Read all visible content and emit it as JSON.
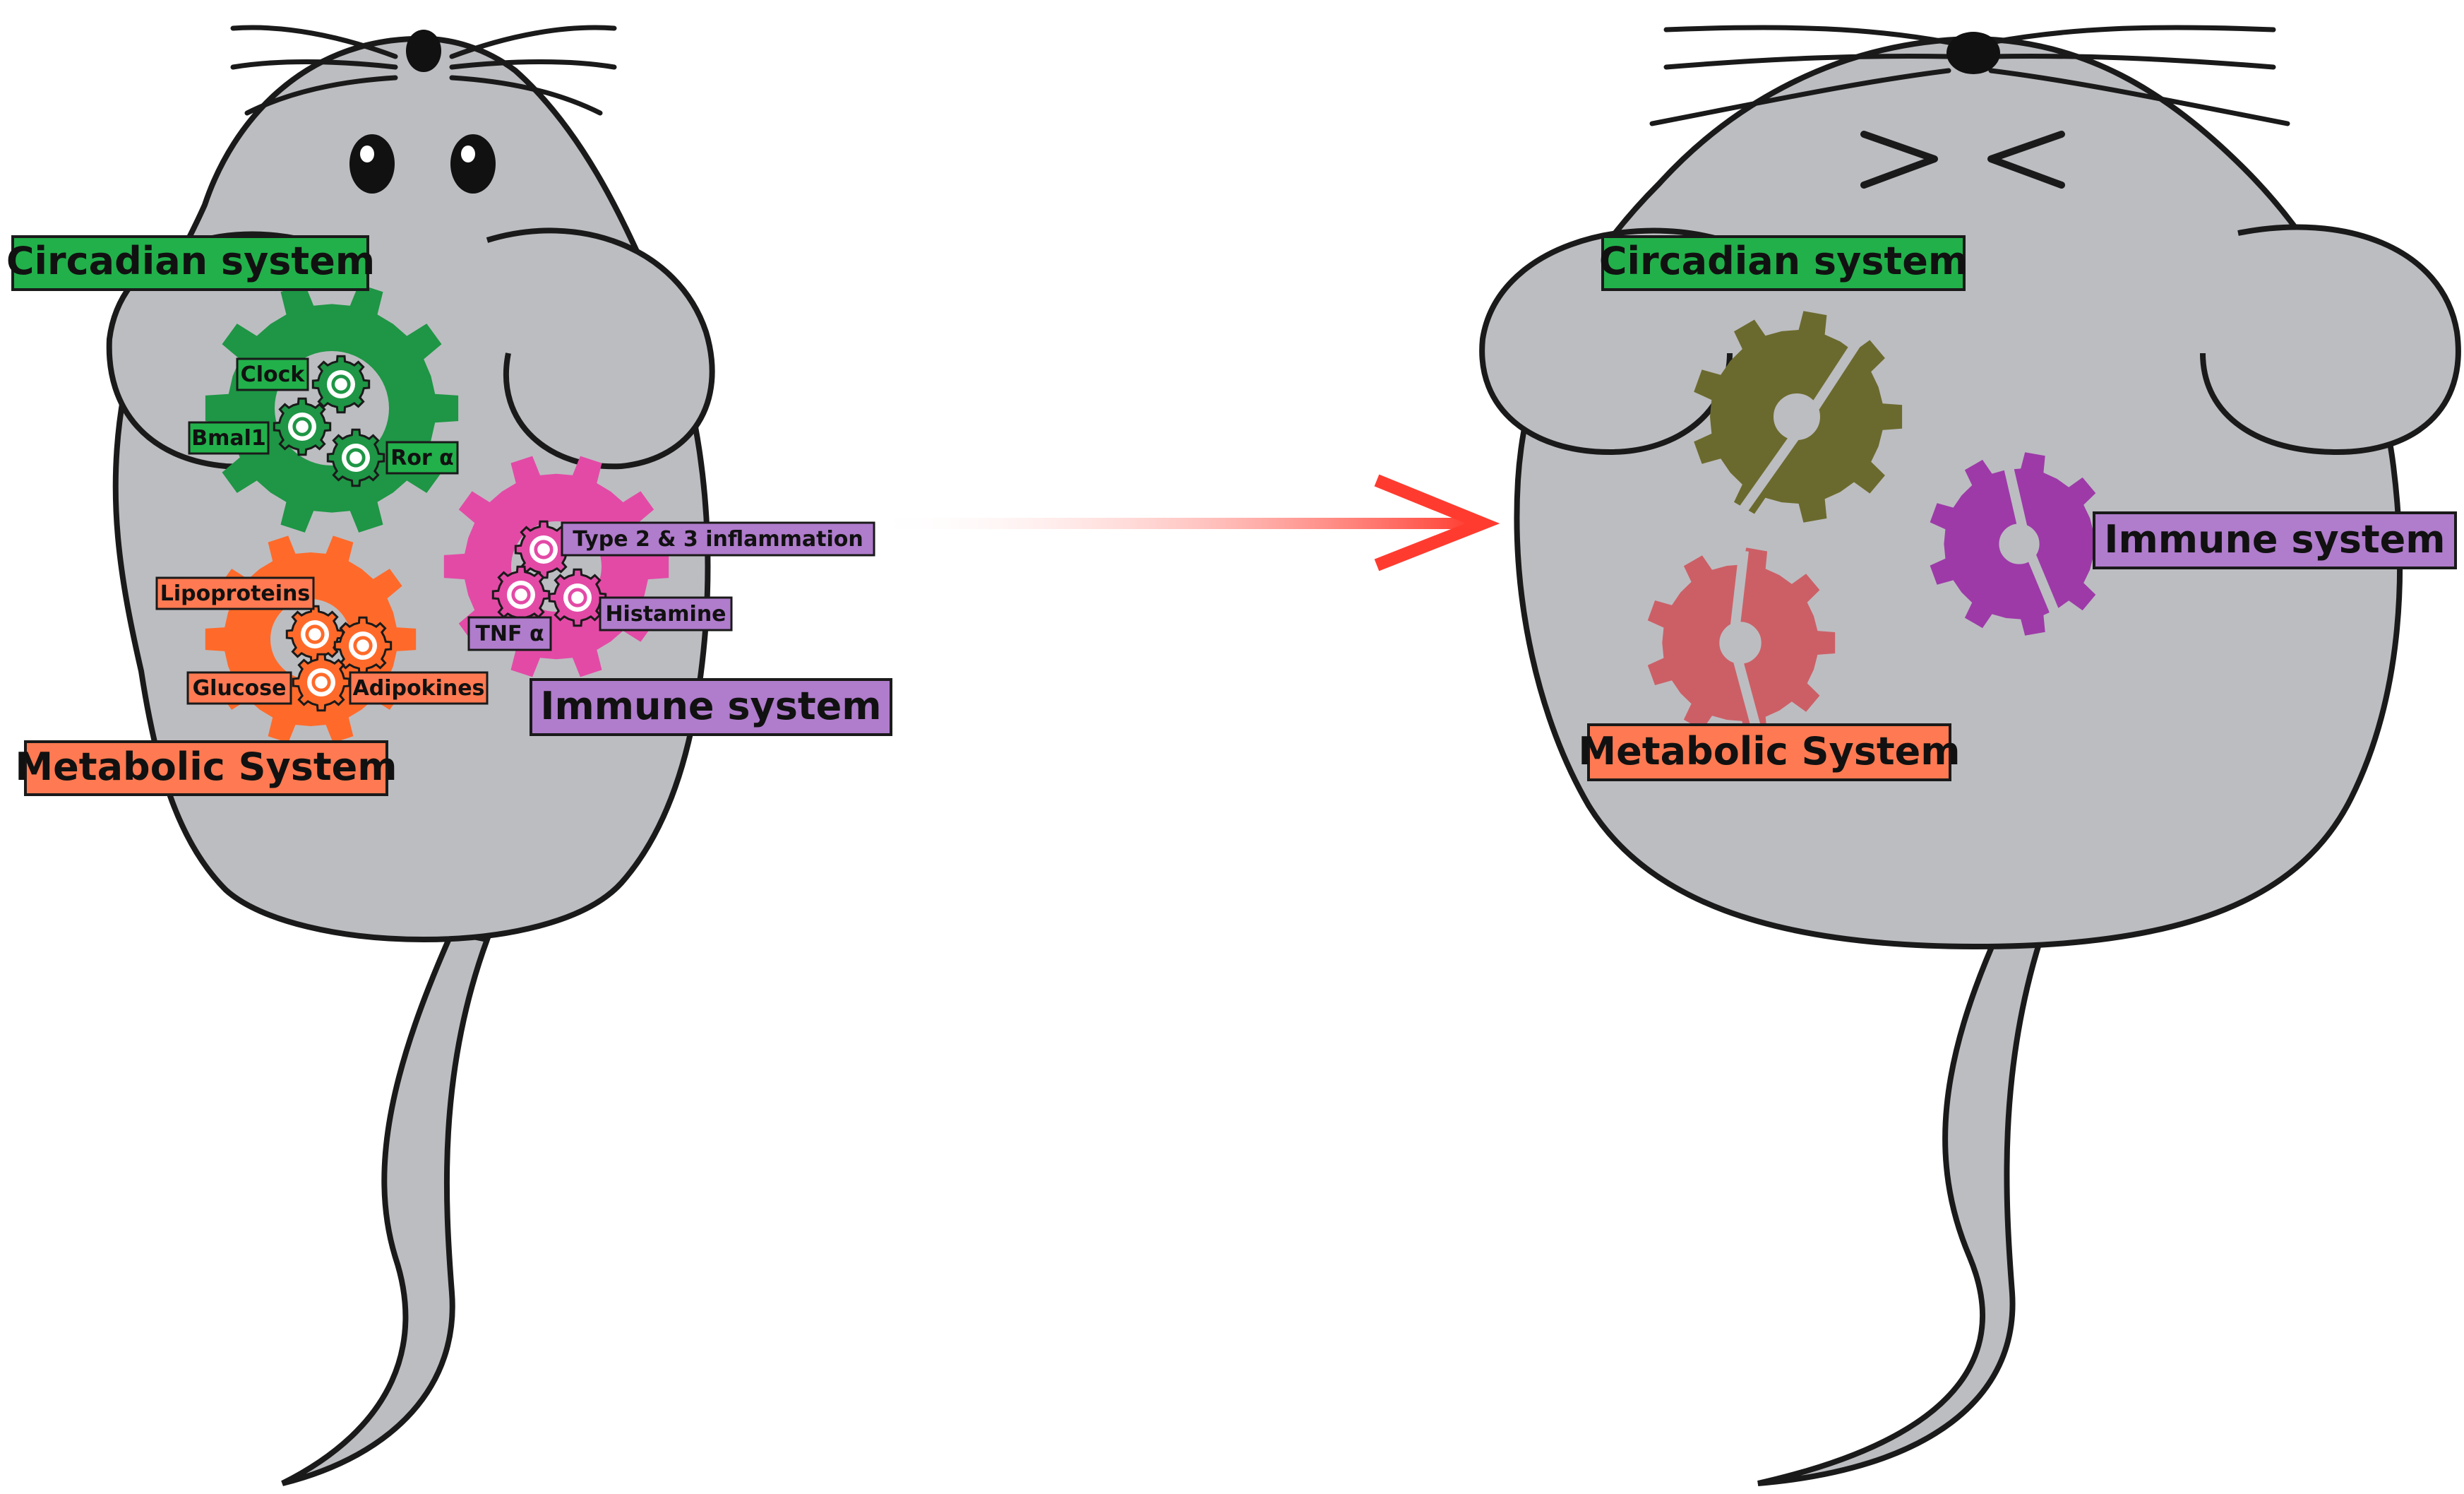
{
  "left_mouse": {
    "labels": {
      "circadian": "Circadian system",
      "metabolic": "Metabolic System",
      "immune": "Immune system",
      "clock": "Clock",
      "bmal1": "Bmal1",
      "ror": "Ror α",
      "lipoproteins": "Lipoproteins",
      "glucose": "Glucose",
      "adipokines": "Adipokines",
      "type23": "Type 2 & 3 inflammation",
      "histamine": "Histamine",
      "tnf": "TNF α"
    }
  },
  "right_mouse": {
    "labels": {
      "circadian": "Circadian system",
      "immune": "Immune system",
      "metabolic": "Metabolic System"
    }
  },
  "colors": {
    "body": "#bcbdc1",
    "outline": "#1a1a1a",
    "circadian_healthy": "#1e9645",
    "metabolic_healthy": "#ff6a2a",
    "immune_healthy": "#e34aa6",
    "circadian_broken": "#6b6a2e",
    "metabolic_broken": "#cc5f66",
    "immune_broken": "#9d3aa8",
    "label_green": "#22b04b",
    "label_orange": "#ff7a52",
    "label_purple": "#b07ccc",
    "arrow": "#ff3b2f"
  }
}
